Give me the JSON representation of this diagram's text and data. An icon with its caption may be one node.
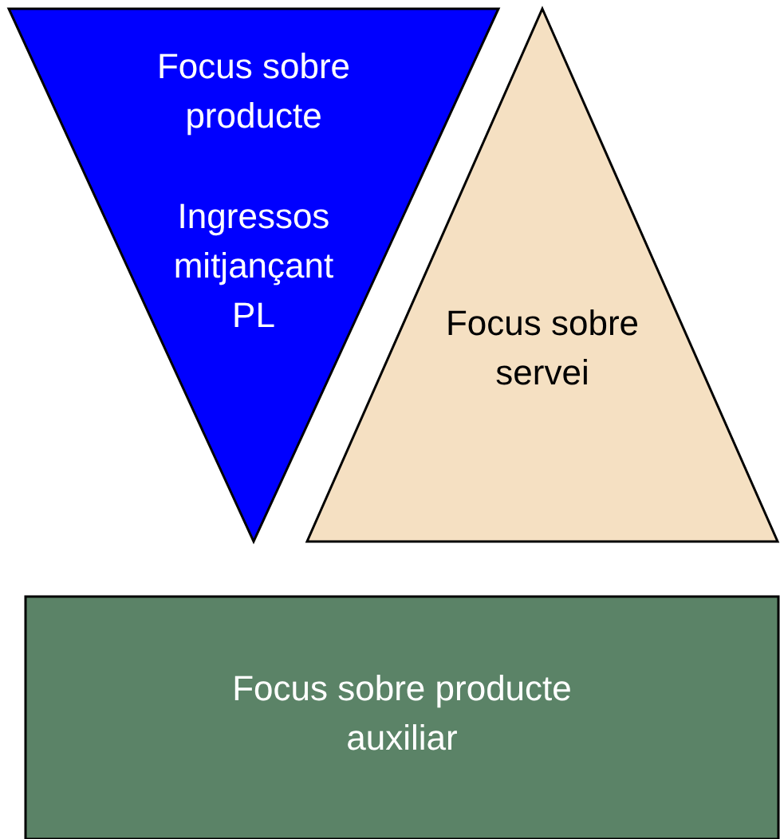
{
  "diagram": {
    "nodes": [
      {
        "text": [
          "Focus sobre producte",
          "Ingressos mitjançant PL"
        ]
      },
      {
        "text": [
          "Focus sobre servei"
        ]
      },
      {
        "text": [
          "Focus sobre producte auxiliar"
        ]
      }
    ]
  }
}
